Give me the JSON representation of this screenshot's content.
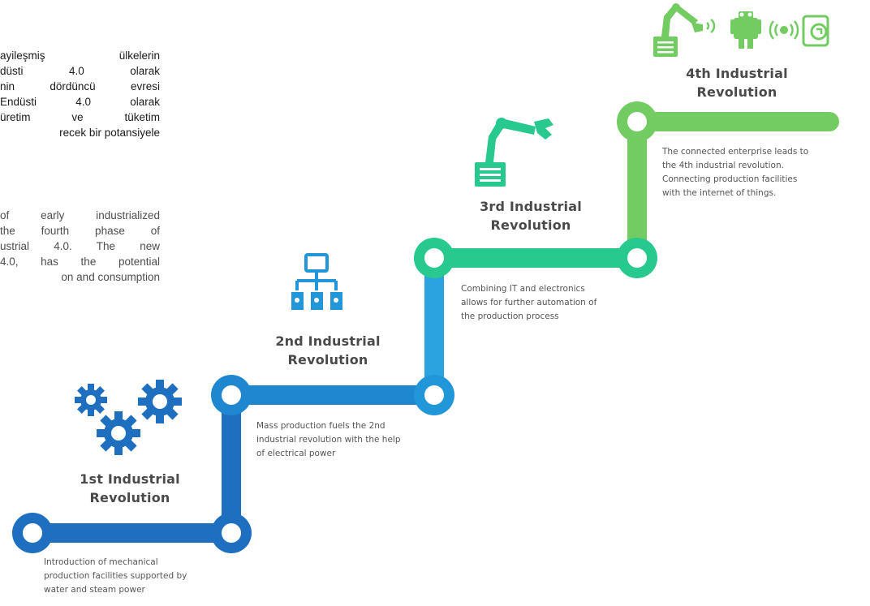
{
  "intro": {
    "turkish_lines": [
      "ayileşmiş   ülkelerin",
      "düsti   4.0   olarak",
      "nin dördüncü evresi",
      "Endüsti  4.0  olarak",
      "üretim  ve  tüketim",
      "recek bir potansiyele"
    ],
    "english_lines": [
      "of early industrialized",
      "the fourth phase of",
      "ustrial 4.0. The new",
      "4.0, has the potential",
      "on and consumption"
    ]
  },
  "stages": [
    {
      "title_lines": [
        "1st Industrial",
        "Revolution"
      ],
      "desc_lines": [
        "Introduction of mechanical",
        "production facilities supported by",
        "water and steam power"
      ],
      "icon": "gears-icon",
      "color": "#1e6fc0"
    },
    {
      "title_lines": [
        "2nd Industrial",
        "Revolution"
      ],
      "desc_lines": [
        "Mass production fuels the 2nd",
        "industrial revolution with the help",
        "of electrical power"
      ],
      "icon": "hierarchy-icon",
      "color": "#2196d9"
    },
    {
      "title_lines": [
        "3rd Industrial",
        "Revolution"
      ],
      "desc_lines": [
        "Combining  IT and electronics",
        "allows for further automation of",
        "the production process"
      ],
      "icon": "robot-arm-icon",
      "color": "#27c98f"
    },
    {
      "title_lines": [
        "4th Industrial",
        "Revolution"
      ],
      "desc_lines": [
        "The connected enterprise leads to",
        "the 4th industrial revolution.",
        "Connecting production facilities",
        "with the internet of things."
      ],
      "icon": "iot-devices-icon",
      "color": "#72cc62"
    }
  ],
  "colors": {
    "blue_dark": "#1e6fc0",
    "blue_mid": "#1f86d0",
    "blue_light": "#2ba3e0",
    "teal": "#27c98f",
    "green": "#72cc62"
  }
}
